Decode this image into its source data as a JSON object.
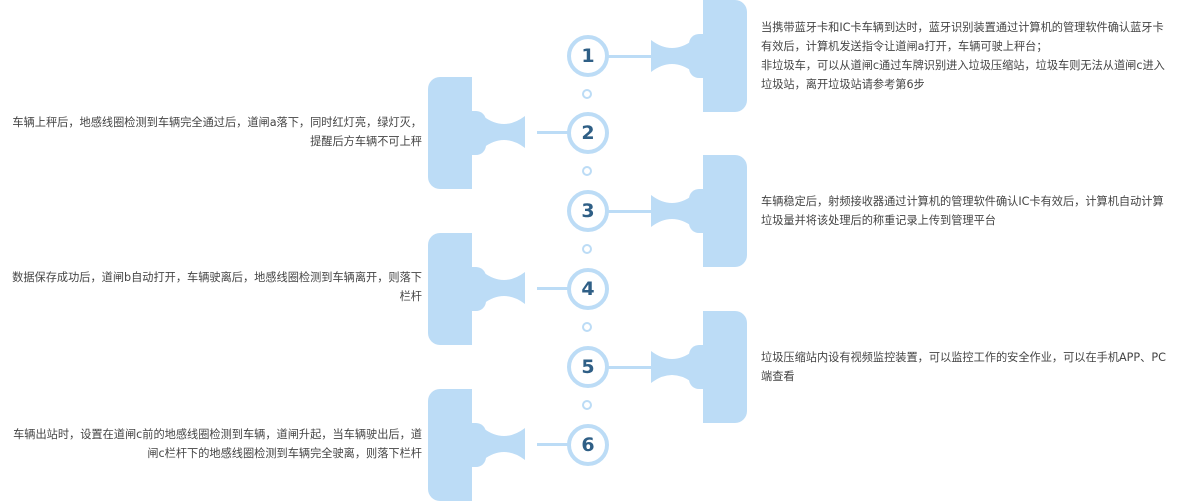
{
  "steps": [
    {
      "number": "1",
      "side": "right",
      "text": "当携带蓝牙卡和IC卡车辆到达时，蓝牙识别装置通过计算机的管理软件确认蓝牙卡有效后，计算机发送指令让道闸a打开，车辆可驶上秤台；\n非垃圾车，可以从道闸c通过车牌识别进入垃圾压缩站，垃圾车则无法从道闸c进入垃圾站，离开垃圾站请参考第6步"
    },
    {
      "number": "2",
      "side": "left",
      "text": "车辆上秤后，地感线圈检测到车辆完全通过后，道闸a落下，同时红灯亮，绿灯灭，提醒后方车辆不可上秤"
    },
    {
      "number": "3",
      "side": "right",
      "text": "车辆稳定后，射频接收器通过计算机的管理软件确认IC卡有效后，计算机自动计算垃圾量并将该处理后的称重记录上传到管理平台"
    },
    {
      "number": "4",
      "side": "left",
      "text": "数据保存成功后，道闸b自动打开，车辆驶离后，地感线圈检测到车辆离开，则落下栏杆"
    },
    {
      "number": "5",
      "side": "right",
      "text": "垃圾压缩站内设有视频监控装置，可以监控工作的安全作业，可以在手机APP、PC端查看"
    },
    {
      "number": "6",
      "side": "left",
      "text": "车辆出站时，设置在道闸c前的地感线圈检测到车辆，道闸升起，当车辆驶出后，道闸c栏杆下的地感线圈检测到车辆完全驶离，则落下栏杆"
    }
  ],
  "colors": {
    "connector": "#bcdcf6",
    "number": "#2f5f86",
    "text": "#444444"
  }
}
